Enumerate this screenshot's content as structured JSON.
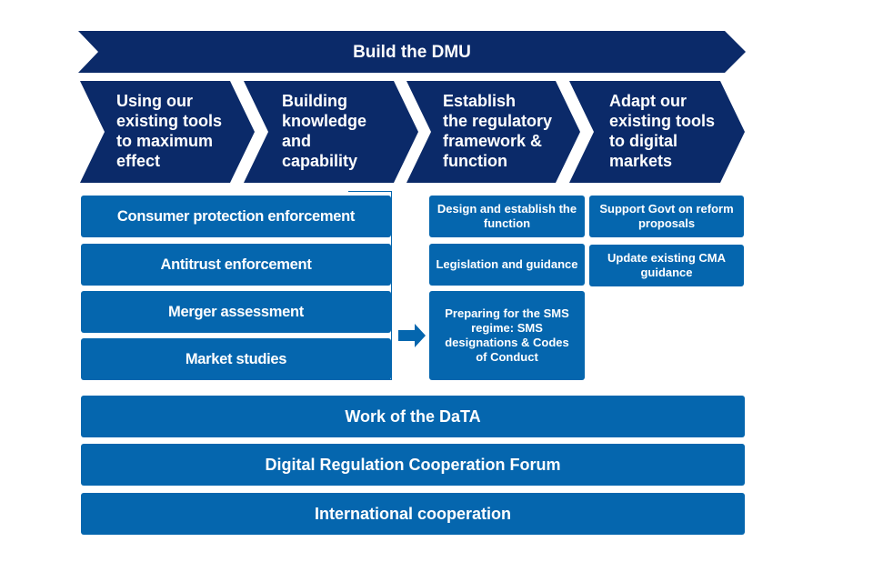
{
  "banner": {
    "title": "Build the DMU"
  },
  "stages": [
    {
      "label": "Using our existing tools to maximum effect",
      "lines": [
        "Using our",
        "existing tools",
        "to maximum",
        "effect"
      ]
    },
    {
      "label": "Building knowledge and capability",
      "lines": [
        "Building",
        "knowledge",
        "and",
        "capability"
      ]
    },
    {
      "label": "Establish the regulatory framework & function",
      "lines": [
        "Establish",
        "the regulatory",
        "framework &",
        "function"
      ]
    },
    {
      "label": "Adapt our existing tools to digital markets",
      "lines": [
        "Adapt our",
        "existing tools",
        "to digital",
        "markets"
      ]
    }
  ],
  "existing_tools": [
    "Consumer protection enforcement",
    "Antitrust enforcement",
    "Merger assessment",
    "Market studies"
  ],
  "regulatory_framework": [
    "Design and establish the function",
    "Legislation and guidance",
    "Preparing for the SMS regime:  SMS designations & Codes of Conduct"
  ],
  "adapt_tools": [
    "Support Govt on reform proposals",
    "Update existing CMA guidance"
  ],
  "cross_cutting": [
    "Work of the DaTA",
    "Digital Regulation Cooperation Forum",
    "International cooperation"
  ],
  "colors": {
    "dark_navy": "#0b2a69",
    "mid_blue": "#0566ae",
    "text": "#ffffff"
  }
}
